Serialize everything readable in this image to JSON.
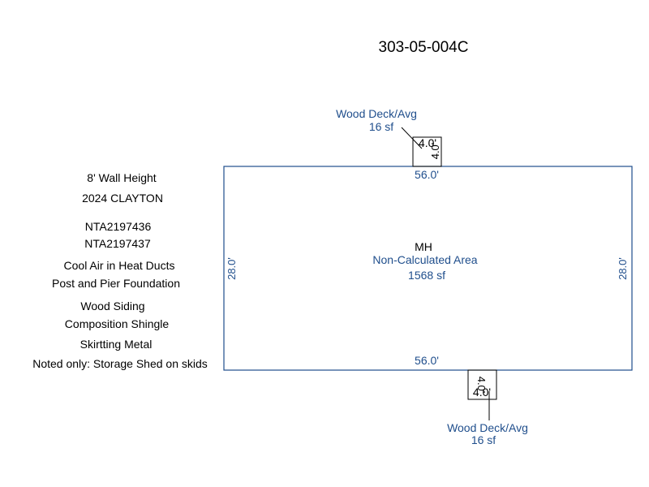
{
  "title": "303-05-004C",
  "notes": [
    "8' Wall Height",
    "2024 CLAYTON",
    "NTA2197436",
    "NTA2197437",
    "Cool Air in Heat Ducts",
    "Post and Pier Foundation",
    "Wood Siding",
    "Composition Shingle",
    "Skirtting Metal",
    "Noted only: Storage Shed on skids"
  ],
  "main_area": {
    "name": "MH",
    "type": "Non-Calculated Area",
    "area": "1568 sf",
    "width_top": "56.0'",
    "width_bottom": "56.0'",
    "height_left": "28.0'",
    "height_right": "28.0'"
  },
  "deck_top": {
    "label": "Wood Deck/Avg",
    "area": "16 sf",
    "dim_a": "4.0'",
    "dim_b": "4.0'"
  },
  "deck_bottom": {
    "label": "Wood Deck/Avg",
    "area": "16 sf",
    "dim_a": "4.0'",
    "dim_b": "4.0'"
  },
  "colors": {
    "line": "#1f4e8c",
    "text": "#000000"
  }
}
